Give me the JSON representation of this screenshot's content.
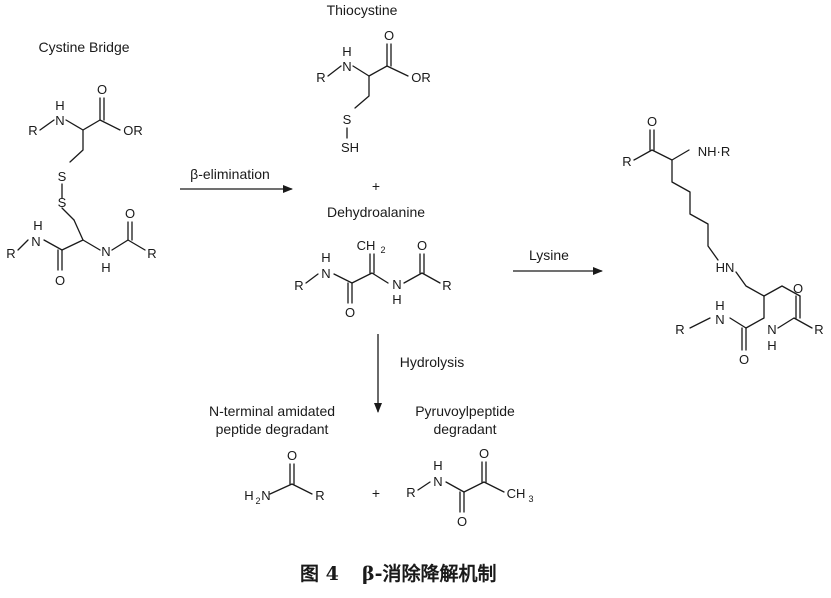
{
  "labels": {
    "cystine_bridge": "Cystine Bridge",
    "thiocystine": "Thiocystine",
    "beta_elimination": "β-elimination",
    "plus_top": "+",
    "dehydroalanine": "Dehydroalanine",
    "lysine": "Lysine",
    "hydrolysis": "Hydrolysis",
    "n_terminal_line1": "N-terminal amidated",
    "n_terminal_line2": "peptide degradant",
    "pyruvoyl_line1": "Pyruvoylpeptide",
    "pyruvoyl_line2": "degradant",
    "plus_bottom": "+"
  },
  "atoms": {
    "R": "R",
    "NH": "NH",
    "N": "N",
    "H": "H",
    "O": "O",
    "OR": "OR",
    "S": "S",
    "SH": "SH",
    "CH": "CH",
    "two": "2",
    "three": "3",
    "NHR": "NH·R",
    "HN": "HN"
  },
  "caption": {
    "figure": "图 4",
    "text": "β-消除降解机制"
  }
}
